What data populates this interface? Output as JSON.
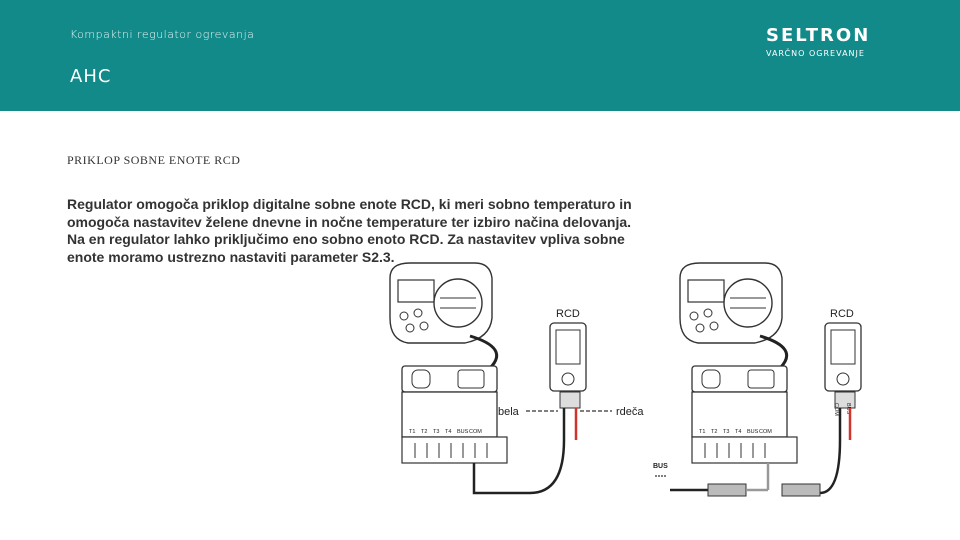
{
  "header": {
    "subtitle": "Kompaktni regulator ogrevanja",
    "title": "AHC",
    "logo": {
      "word": "SELTRON",
      "tagline": "VARČNO OGREVANJE"
    }
  },
  "section_heading": "PRIKLOP SOBNE ENOTE RCD",
  "paragraph": "Regulator omogoča priklop digitalne sobne enote RCD, ki meri sobno temperaturo in omogoča nastavitev želene dnevne in nočne temperature ter izbiro načina delovanja. Na en regulator lahko priključimo eno sobno enoto RCD. Za nastavitev vpliva sobne enote moramo ustrezno nastaviti parameter S2.3.",
  "diagram": {
    "rcd_label": "RCD",
    "wire_white": "bela",
    "wire_red": "rdeča",
    "bus_label": "BUS",
    "terminals": [
      "T1",
      "T2",
      "T3",
      "T4",
      "BUS",
      "COM"
    ],
    "rcd_terminals": [
      "COM",
      "BUS"
    ]
  },
  "colors": {
    "header_bg": "#128a8a",
    "wire_red": "#d0342c"
  }
}
